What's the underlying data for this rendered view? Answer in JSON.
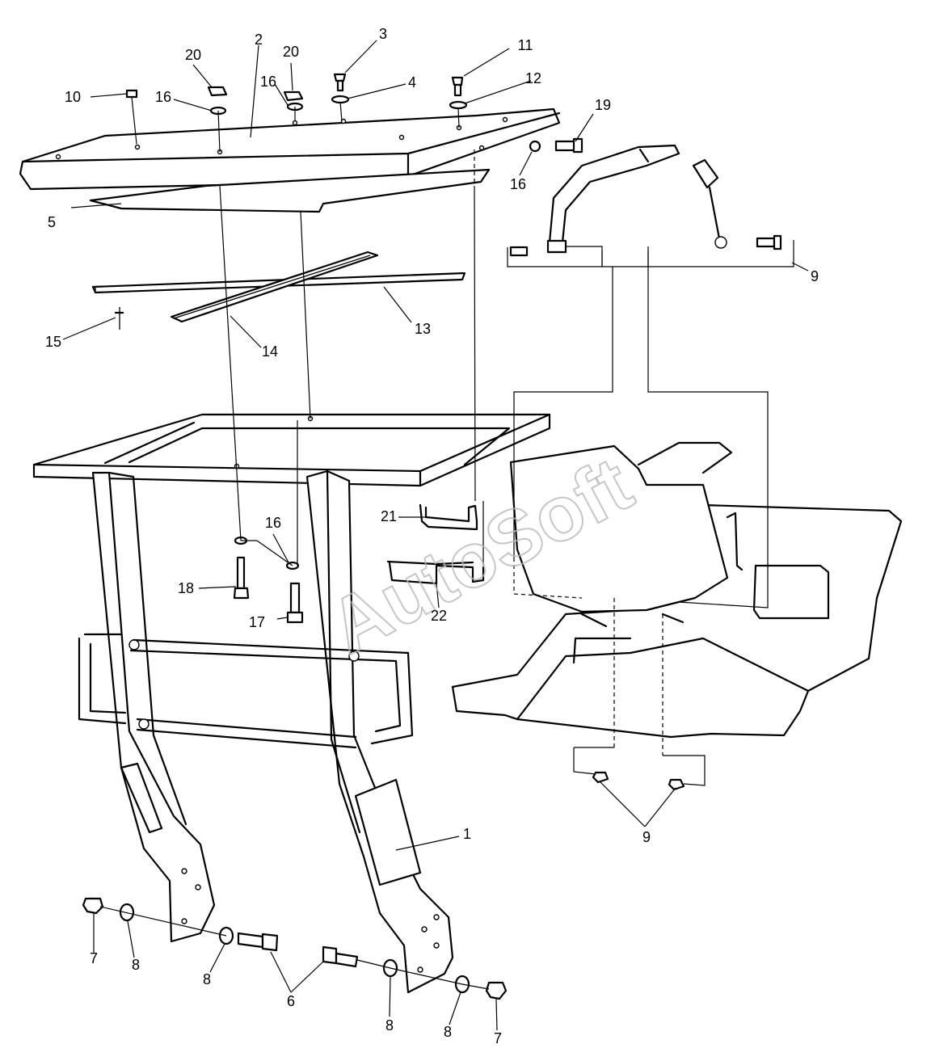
{
  "watermark": "AutoSoft",
  "callouts": [
    {
      "id": "c1",
      "label": "1"
    },
    {
      "id": "c2",
      "label": "2"
    },
    {
      "id": "c3",
      "label": "3"
    },
    {
      "id": "c4",
      "label": "4"
    },
    {
      "id": "c5",
      "label": "5"
    },
    {
      "id": "c6",
      "label": "6"
    },
    {
      "id": "c7a",
      "label": "7"
    },
    {
      "id": "c7b",
      "label": "7"
    },
    {
      "id": "c8a",
      "label": "8"
    },
    {
      "id": "c8b",
      "label": "8"
    },
    {
      "id": "c8c",
      "label": "8"
    },
    {
      "id": "c8d",
      "label": "8"
    },
    {
      "id": "c9a",
      "label": "9"
    },
    {
      "id": "c9b",
      "label": "9"
    },
    {
      "id": "c10",
      "label": "10"
    },
    {
      "id": "c11",
      "label": "11"
    },
    {
      "id": "c12",
      "label": "12"
    },
    {
      "id": "c13",
      "label": "13"
    },
    {
      "id": "c14",
      "label": "14"
    },
    {
      "id": "c15",
      "label": "15"
    },
    {
      "id": "c16a",
      "label": "16"
    },
    {
      "id": "c16b",
      "label": "16"
    },
    {
      "id": "c16c",
      "label": "16"
    },
    {
      "id": "c16d",
      "label": "16"
    },
    {
      "id": "c17",
      "label": "17"
    },
    {
      "id": "c18",
      "label": "18"
    },
    {
      "id": "c19",
      "label": "19"
    },
    {
      "id": "c20a",
      "label": "20"
    },
    {
      "id": "c20b",
      "label": "20"
    },
    {
      "id": "c21",
      "label": "21"
    },
    {
      "id": "c22",
      "label": "22"
    }
  ]
}
